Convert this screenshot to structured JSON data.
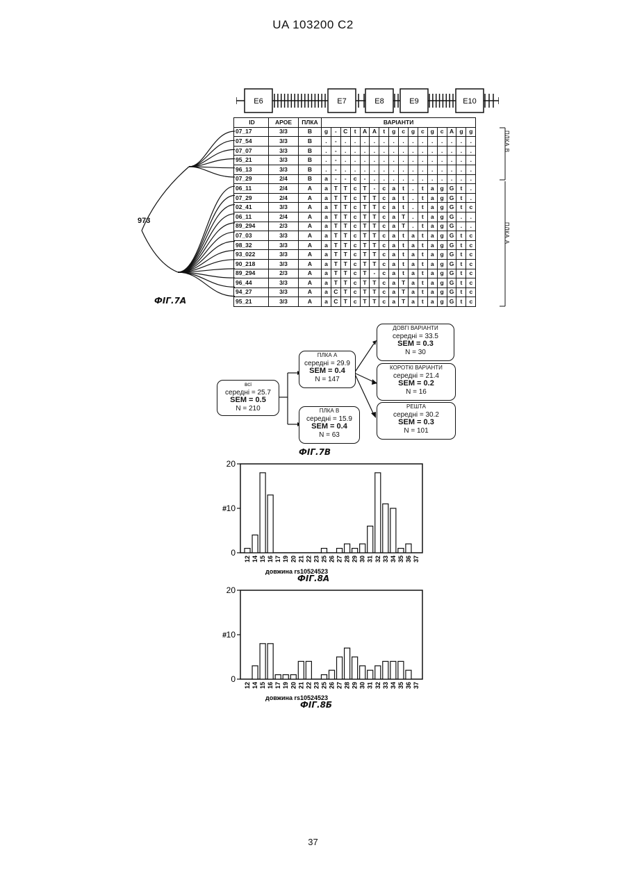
{
  "header": "UA 103200 C2",
  "page_number": "37",
  "gene": {
    "exons": [
      "E6",
      "E7",
      "E8",
      "E9",
      "E10"
    ]
  },
  "table": {
    "headers": {
      "id": "ID",
      "apoe": "APOE",
      "plka": "ПЛКА",
      "variants": "ВАРІАНТИ"
    },
    "side_labels": {
      "b": "ПЛКА В",
      "a": "ПЛКА А"
    },
    "rows": [
      {
        "id": "07_17",
        "apoe": "3/3",
        "plka": "B",
        "v": [
          "g",
          "-",
          "C",
          "t",
          "A",
          "A",
          "t",
          "g",
          "c",
          "g",
          "c",
          "g",
          "c",
          "A",
          "g",
          "g"
        ]
      },
      {
        "id": "07_54",
        "apoe": "3/3",
        "plka": "B",
        "v": [
          ".",
          "-",
          ".",
          ".",
          ".",
          ".",
          ".",
          ".",
          ".",
          ".",
          ".",
          ".",
          ".",
          ".",
          ".",
          "."
        ]
      },
      {
        "id": "07_07",
        "apoe": "3/3",
        "plka": "B",
        "v": [
          ".",
          "-",
          ".",
          ".",
          ".",
          ".",
          ".",
          ".",
          ".",
          ".",
          ".",
          ".",
          ".",
          ".",
          ".",
          "."
        ]
      },
      {
        "id": "95_21",
        "apoe": "3/3",
        "plka": "B",
        "v": [
          ".",
          "-",
          ".",
          ".",
          ".",
          ".",
          ".",
          ".",
          ".",
          ".",
          ".",
          ".",
          ".",
          ".",
          ".",
          "."
        ]
      },
      {
        "id": "96_13",
        "apoe": "3/3",
        "plka": "B",
        "v": [
          ".",
          "-",
          ".",
          ".",
          ".",
          ".",
          ".",
          ".",
          ".",
          ".",
          ".",
          ".",
          ".",
          ".",
          ".",
          "."
        ]
      },
      {
        "id": "07_29",
        "apoe": "2/4",
        "plka": "B",
        "v": [
          "a",
          "-",
          "-",
          "c",
          "-",
          ".",
          ".",
          ".",
          ".",
          ".",
          ".",
          ".",
          ".",
          ".",
          ".",
          "."
        ]
      },
      {
        "id": "06_11",
        "apoe": "2/4",
        "plka": "A",
        "v": [
          "a",
          "T",
          "T",
          "c",
          "T",
          "-",
          "c",
          "a",
          "t",
          ".",
          "t",
          "a",
          "g",
          "G",
          "t",
          "."
        ]
      },
      {
        "id": "07_29",
        "apoe": "2/4",
        "plka": "A",
        "v": [
          "a",
          "T",
          "T",
          "c",
          "T",
          "T",
          "c",
          "a",
          "t",
          ".",
          "t",
          "a",
          "g",
          "G",
          "t",
          "."
        ]
      },
      {
        "id": "02_41",
        "apoe": "3/3",
        "plka": "A",
        "v": [
          "a",
          "T",
          "T",
          "c",
          "T",
          "T",
          "c",
          "a",
          "t",
          ".",
          "t",
          "a",
          "g",
          "G",
          "t",
          "c"
        ]
      },
      {
        "id": "06_11",
        "apoe": "2/4",
        "plka": "A",
        "v": [
          "a",
          "T",
          "T",
          "c",
          "T",
          "T",
          "c",
          "a",
          "T",
          ".",
          "t",
          "a",
          "g",
          "G",
          ".",
          "."
        ]
      },
      {
        "id": "89_294",
        "apoe": "2/3",
        "plka": "A",
        "v": [
          "a",
          "T",
          "T",
          "c",
          "T",
          "T",
          "c",
          "a",
          "T",
          ".",
          "t",
          "a",
          "g",
          "G",
          ".",
          "."
        ]
      },
      {
        "id": "07_03",
        "apoe": "3/3",
        "plka": "A",
        "v": [
          "a",
          "T",
          "T",
          "c",
          "T",
          "T",
          "c",
          "a",
          "t",
          "a",
          "t",
          "a",
          "g",
          "G",
          "t",
          "c"
        ]
      },
      {
        "id": "98_32",
        "apoe": "3/3",
        "plka": "A",
        "v": [
          "a",
          "T",
          "T",
          "c",
          "T",
          "T",
          "c",
          "a",
          "t",
          "a",
          "t",
          "a",
          "g",
          "G",
          "t",
          "c"
        ]
      },
      {
        "id": "93_022",
        "apoe": "3/3",
        "plka": "A",
        "v": [
          "a",
          "T",
          "T",
          "c",
          "T",
          "T",
          "c",
          "a",
          "t",
          "a",
          "t",
          "a",
          "g",
          "G",
          "t",
          "c"
        ]
      },
      {
        "id": "90_218",
        "apoe": "3/3",
        "plka": "A",
        "v": [
          "a",
          "T",
          "T",
          "c",
          "T",
          "T",
          "c",
          "a",
          "t",
          "a",
          "t",
          "a",
          "g",
          "G",
          "t",
          "c"
        ]
      },
      {
        "id": "89_294",
        "apoe": "2/3",
        "plka": "A",
        "v": [
          "a",
          "T",
          "T",
          "c",
          "T",
          "-",
          "c",
          "a",
          "t",
          "a",
          "t",
          "a",
          "g",
          "G",
          "t",
          "c"
        ]
      },
      {
        "id": "96_44",
        "apoe": "3/3",
        "plka": "A",
        "v": [
          "a",
          "T",
          "T",
          "c",
          "T",
          "T",
          "c",
          "a",
          "T",
          "a",
          "t",
          "a",
          "g",
          "G",
          "t",
          "c"
        ]
      },
      {
        "id": "94_27",
        "apoe": "3/3",
        "plka": "A",
        "v": [
          "a",
          "C",
          "T",
          "c",
          "T",
          "T",
          "c",
          "a",
          "T",
          "a",
          "t",
          "a",
          "g",
          "G",
          "t",
          "c"
        ]
      },
      {
        "id": "95_21",
        "apoe": "3/3",
        "plka": "A",
        "v": [
          "a",
          "C",
          "T",
          "c",
          "T",
          "T",
          "c",
          "a",
          "T",
          "a",
          "t",
          "a",
          "g",
          "G",
          "t",
          "c"
        ]
      }
    ]
  },
  "tree": {
    "node_label": "973"
  },
  "captions": {
    "fig7a": "ФІГ.7А",
    "fig7b": "ФІГ.7В",
    "fig8a": "ФІГ.8А",
    "fig8b": "ФІГ.8Б"
  },
  "flow": {
    "all": {
      "title": "всі",
      "mean": "середні  = 25.7",
      "sem": "SEM = 0.5",
      "n": "N = 210"
    },
    "plka_a": {
      "title": "ПЛКА А",
      "mean": "середні  = 29.9",
      "sem": "SEM = 0.4",
      "n": "N = 147"
    },
    "plka_b": {
      "title": "ПЛКА В",
      "mean": "середні  = 15.9",
      "sem": "SEM = 0.4",
      "n": "N = 63"
    },
    "long": {
      "title": "ДОВГІ ВАРІАНТИ",
      "mean": "середні  = 33.5",
      "sem": "SEM = 0.3",
      "n": "N = 30"
    },
    "short": {
      "title": "КОРОТКІ ВАРІАНТИ",
      "mean": "середні  = 21.4",
      "sem": "SEM = 0.2",
      "n": "N = 16"
    },
    "rest": {
      "title": "РЕШТА",
      "mean": "середні  = 30.2",
      "sem": "SEM = 0.3",
      "n": "N = 101"
    }
  },
  "chart_data": [
    {
      "type": "bar",
      "categories": [
        "12",
        "14",
        "15",
        "16",
        "17",
        "19",
        "20",
        "21",
        "22",
        "23",
        "25",
        "26",
        "27",
        "28",
        "29",
        "30",
        "31",
        "32",
        "33",
        "34",
        "35",
        "36",
        "37"
      ],
      "values": [
        1,
        4,
        18,
        13,
        0,
        0,
        0,
        0,
        0,
        0,
        1,
        0,
        1,
        2,
        1,
        2,
        6,
        18,
        11,
        10,
        1,
        2,
        0
      ],
      "xlabel": "довжина  rs10524523",
      "ylabel": "#",
      "ylim": [
        0,
        20
      ],
      "yticks": [
        "0",
        "10",
        "20"
      ]
    },
    {
      "type": "bar",
      "categories": [
        "12",
        "14",
        "15",
        "16",
        "17",
        "19",
        "20",
        "21",
        "22",
        "23",
        "25",
        "26",
        "27",
        "28",
        "29",
        "30",
        "31",
        "32",
        "33",
        "34",
        "35",
        "36",
        "37"
      ],
      "values": [
        0,
        3,
        8,
        8,
        1,
        1,
        1,
        4,
        4,
        0,
        1,
        2,
        5,
        7,
        5,
        3,
        2,
        3,
        4,
        4,
        4,
        2,
        0
      ],
      "xlabel": "довжина  rs10524523",
      "ylabel": "#",
      "ylim": [
        0,
        20
      ],
      "yticks": [
        "0",
        "10",
        "20"
      ]
    }
  ]
}
